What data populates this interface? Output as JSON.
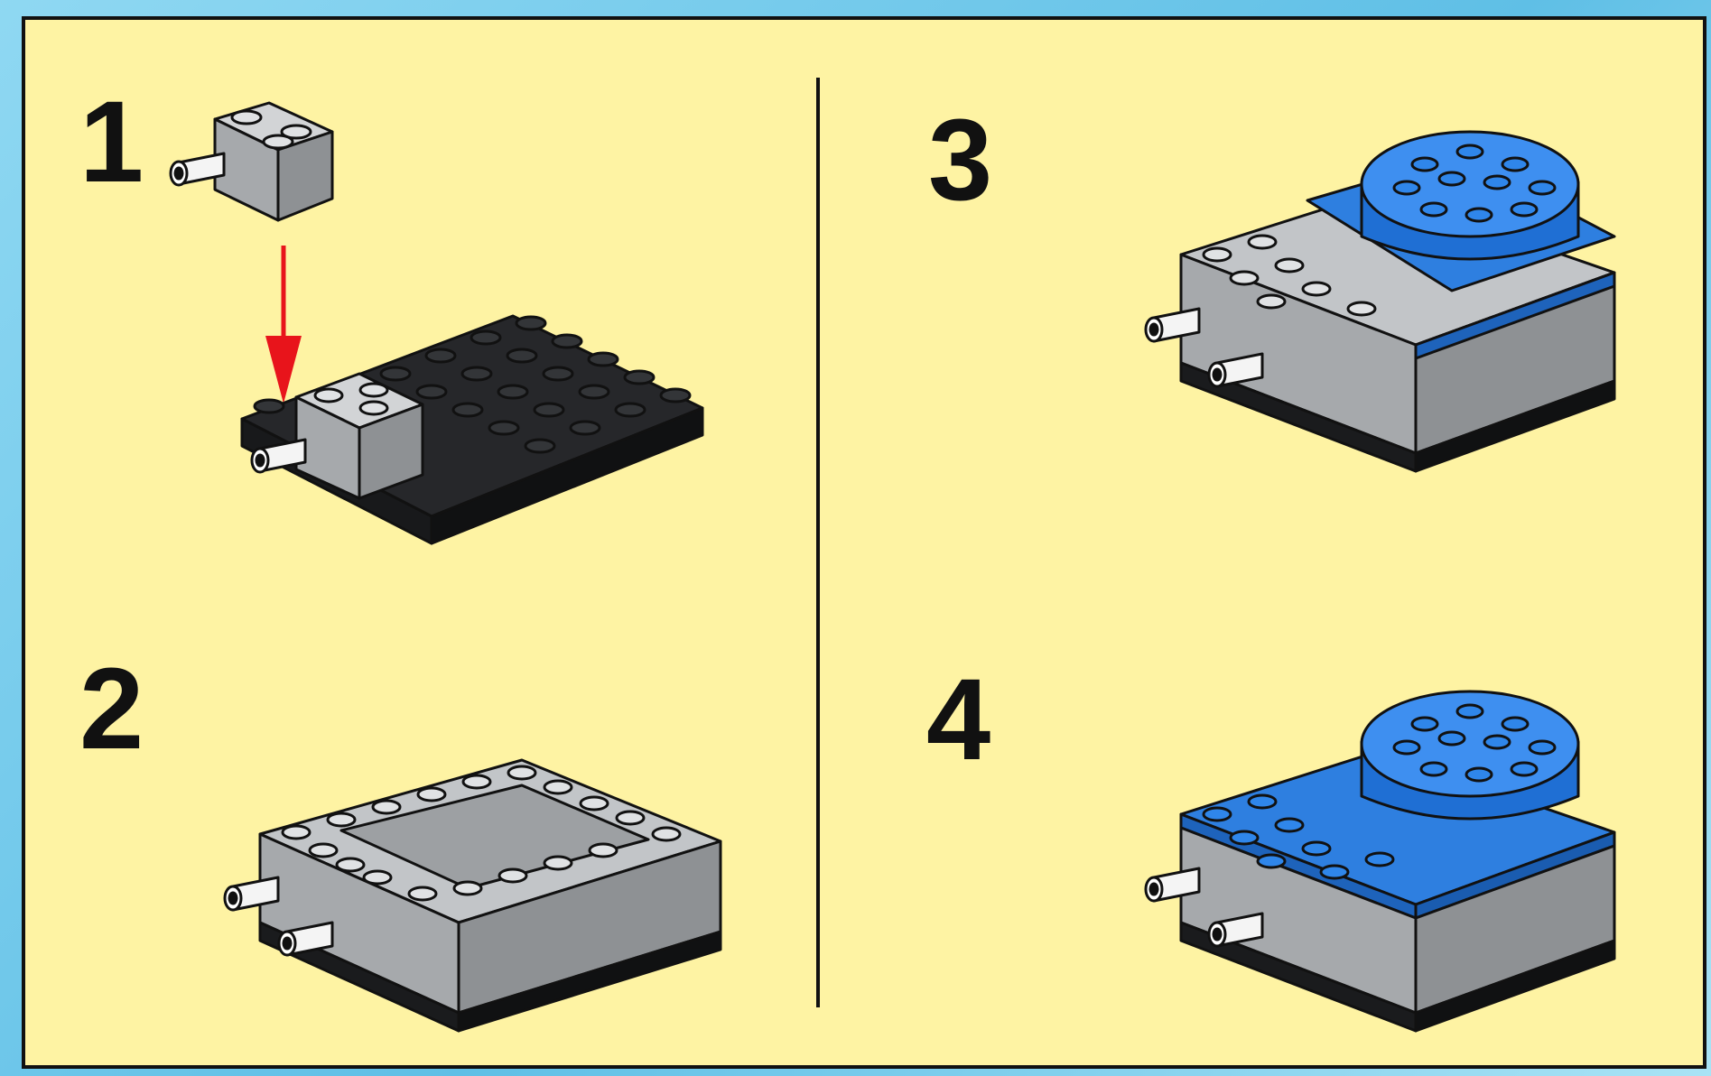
{
  "steps": [
    {
      "number": "1"
    },
    {
      "number": "2"
    },
    {
      "number": "3"
    },
    {
      "number": "4"
    }
  ],
  "colors": {
    "page_background": "#fef3a3",
    "frame_background": "#6fc9ea",
    "brick_gray": "#b4b7ba",
    "brick_black": "#1e1f22",
    "brick_blue": "#2e7fe0",
    "pin_white": "#f4f4f4",
    "arrow_red": "#e8141b"
  },
  "icons": [
    "lego-brick-with-pin",
    "lego-base-plate",
    "lego-turntable",
    "down-arrow"
  ]
}
